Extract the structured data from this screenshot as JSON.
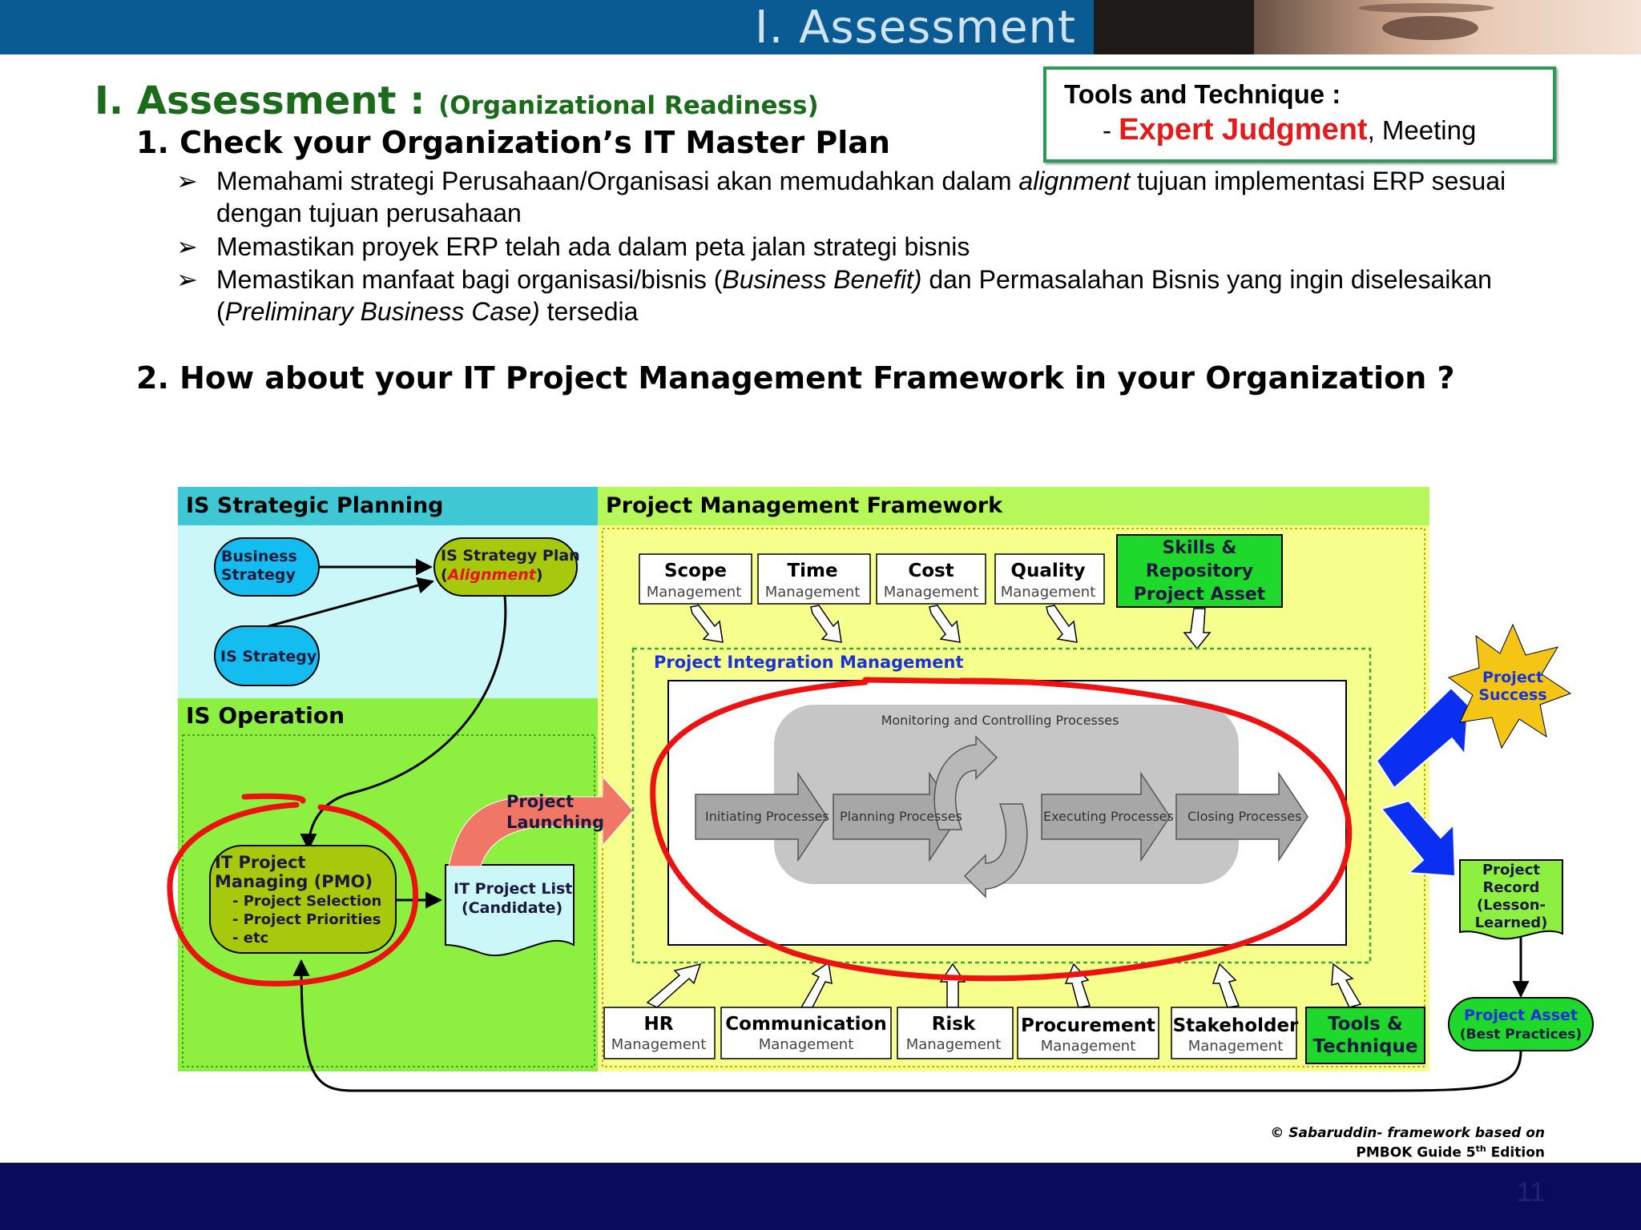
{
  "header": {
    "title": "I. Assessment"
  },
  "heading": {
    "main": "I. Assessment :",
    "sub": "(Organizational Readiness)"
  },
  "section1": {
    "title": "1. Check your Organization’s IT Master Plan",
    "bullet_icon": "arrowhead-bullet",
    "bullets": [
      {
        "pre": "Memahami strategi Perusahaan/Organisasi akan memudahkan dalam ",
        "em": "alignment",
        "post": " tujuan implementasi ERP sesuai dengan tujuan perusahaan"
      },
      {
        "pre": "Memastikan proyek ERP telah ada dalam peta jalan strategi bisnis",
        "em": "",
        "post": ""
      },
      {
        "pre": "Memastikan manfaat bagi organisasi/bisnis (",
        "em": "Business Benefit)",
        "post": " dan Permasalahan Bisnis yang ingin diselesaikan (",
        "em2": "Preliminary Business Case)",
        "post2": " tersedia"
      }
    ]
  },
  "section2": {
    "title": "2. How about your IT Project Management  Framework in your Organization ?"
  },
  "tools_box": {
    "title": "Tools and Technique :",
    "dash": "- ",
    "highlight": "Expert Judgment",
    "rest": ", Meeting",
    "highlight_color": "#e31b1b"
  },
  "diagram": {
    "is_strategic_planning": "IS Strategic Planning",
    "project_management_framework": "Project Management Framework",
    "is_operation": "IS Operation",
    "business_strategy": [
      "Business",
      "Strategy"
    ],
    "is_strategy_plan": "IS Strategy Plan",
    "alignment": "Alignment",
    "is_strategy": "IS Strategy",
    "it_project_managing": [
      "IT Project",
      "Managing (PMO)",
      "- Project Selection",
      "- Project Priorities",
      "- etc"
    ],
    "project_launching": [
      "Project",
      "Launching"
    ],
    "it_project_list": [
      "IT Project List",
      "(Candidate)"
    ],
    "top_areas": [
      {
        "name": "Scope",
        "sub": "Management"
      },
      {
        "name": "Time",
        "sub": "Management"
      },
      {
        "name": "Cost",
        "sub": "Management"
      },
      {
        "name": "Quality",
        "sub": "Management"
      }
    ],
    "skills_repository": [
      "Skills &",
      "Repository",
      "Project Asset"
    ],
    "project_integration_management": "Project Integration Management",
    "monitoring_controlling": "Monitoring and Controlling Processes",
    "processes": [
      "Initiating Processes",
      "Planning Processes",
      "Executing Processes",
      "Closing Processes"
    ],
    "bottom_areas": [
      {
        "name": "HR",
        "sub": "Management"
      },
      {
        "name": "Communication",
        "sub": "Management"
      },
      {
        "name": "Risk",
        "sub": "Management"
      },
      {
        "name": "Procurement",
        "sub": "Management"
      },
      {
        "name": "Stakeholder",
        "sub": "Management"
      }
    ],
    "tools_technique": [
      "Tools &",
      "Technique"
    ],
    "project_success": [
      "Project",
      "Success"
    ],
    "project_record": [
      "Project",
      "Record",
      "(Lesson-",
      "Learned)"
    ],
    "project_asset": [
      "Project Asset",
      "(Best Practices)"
    ],
    "colors": {
      "planning_header": "#3fc8d4",
      "planning_body": "#ccf7f9",
      "framework_bg": "#f7ff8c",
      "framework_header": "#b6f75a",
      "operation_bg": "#8df040",
      "oval_blue": "#14bdf0",
      "olive": "#a6c90b",
      "green_box": "#1ed82c",
      "annotation_red": "#ee1111",
      "arrow_blue": "#0a2ff0",
      "star_gold": "#f5c515"
    }
  },
  "credit": {
    "line1": "© Sabaruddin- framework based on",
    "line2a": "PMBOK Guide 5",
    "line2sup": "th",
    "line2b": " Edition"
  },
  "page_number": "11"
}
